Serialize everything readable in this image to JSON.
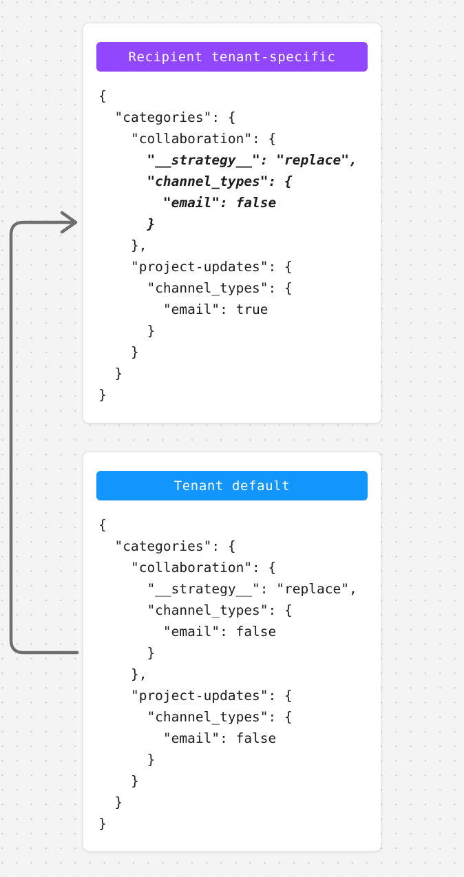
{
  "background": {
    "color": "#f4f4f5",
    "dot_color": "#d0d0d4",
    "pattern": "dot-grid"
  },
  "connector": {
    "name": "fallback-arrow",
    "stroke_color": "#6e6e6e",
    "direction": "tenant-default-to-recipient-tenant-specific",
    "arrowhead": "right"
  },
  "cards": [
    {
      "id": "recipient-tenant-specific",
      "header": {
        "label": "Recipient tenant-specific",
        "background": "#9147fd",
        "text_color": "#ffffff"
      },
      "code_lines": [
        {
          "text": "{",
          "highlight": false
        },
        {
          "text": "  \"categories\": {",
          "highlight": false
        },
        {
          "text": "    \"collaboration\": {",
          "highlight": false
        },
        {
          "text": "      \"__strategy__\": \"replace\",",
          "highlight": true
        },
        {
          "text": "      \"channel_types\": {",
          "highlight": true
        },
        {
          "text": "        \"email\": false",
          "highlight": true
        },
        {
          "text": "      }",
          "highlight": true
        },
        {
          "text": "    },",
          "highlight": false
        },
        {
          "text": "    \"project-updates\": {",
          "highlight": false
        },
        {
          "text": "      \"channel_types\": {",
          "highlight": false
        },
        {
          "text": "        \"email\": true",
          "highlight": false
        },
        {
          "text": "      }",
          "highlight": false
        },
        {
          "text": "    }",
          "highlight": false
        },
        {
          "text": "  }",
          "highlight": false
        },
        {
          "text": "}",
          "highlight": false
        }
      ]
    },
    {
      "id": "tenant-default",
      "header": {
        "label": "Tenant default",
        "background": "#1296fd",
        "text_color": "#ffffff"
      },
      "code_lines": [
        {
          "text": "{",
          "highlight": false
        },
        {
          "text": "  \"categories\": {",
          "highlight": false
        },
        {
          "text": "    \"collaboration\": {",
          "highlight": false
        },
        {
          "text": "      \"__strategy__\": \"replace\",",
          "highlight": false
        },
        {
          "text": "      \"channel_types\": {",
          "highlight": false
        },
        {
          "text": "        \"email\": false",
          "highlight": false
        },
        {
          "text": "      }",
          "highlight": false
        },
        {
          "text": "    },",
          "highlight": false
        },
        {
          "text": "    \"project-updates\": {",
          "highlight": false
        },
        {
          "text": "      \"channel_types\": {",
          "highlight": false
        },
        {
          "text": "        \"email\": false",
          "highlight": false
        },
        {
          "text": "      }",
          "highlight": false
        },
        {
          "text": "    }",
          "highlight": false
        },
        {
          "text": "  }",
          "highlight": false
        },
        {
          "text": "}",
          "highlight": false
        }
      ]
    }
  ]
}
